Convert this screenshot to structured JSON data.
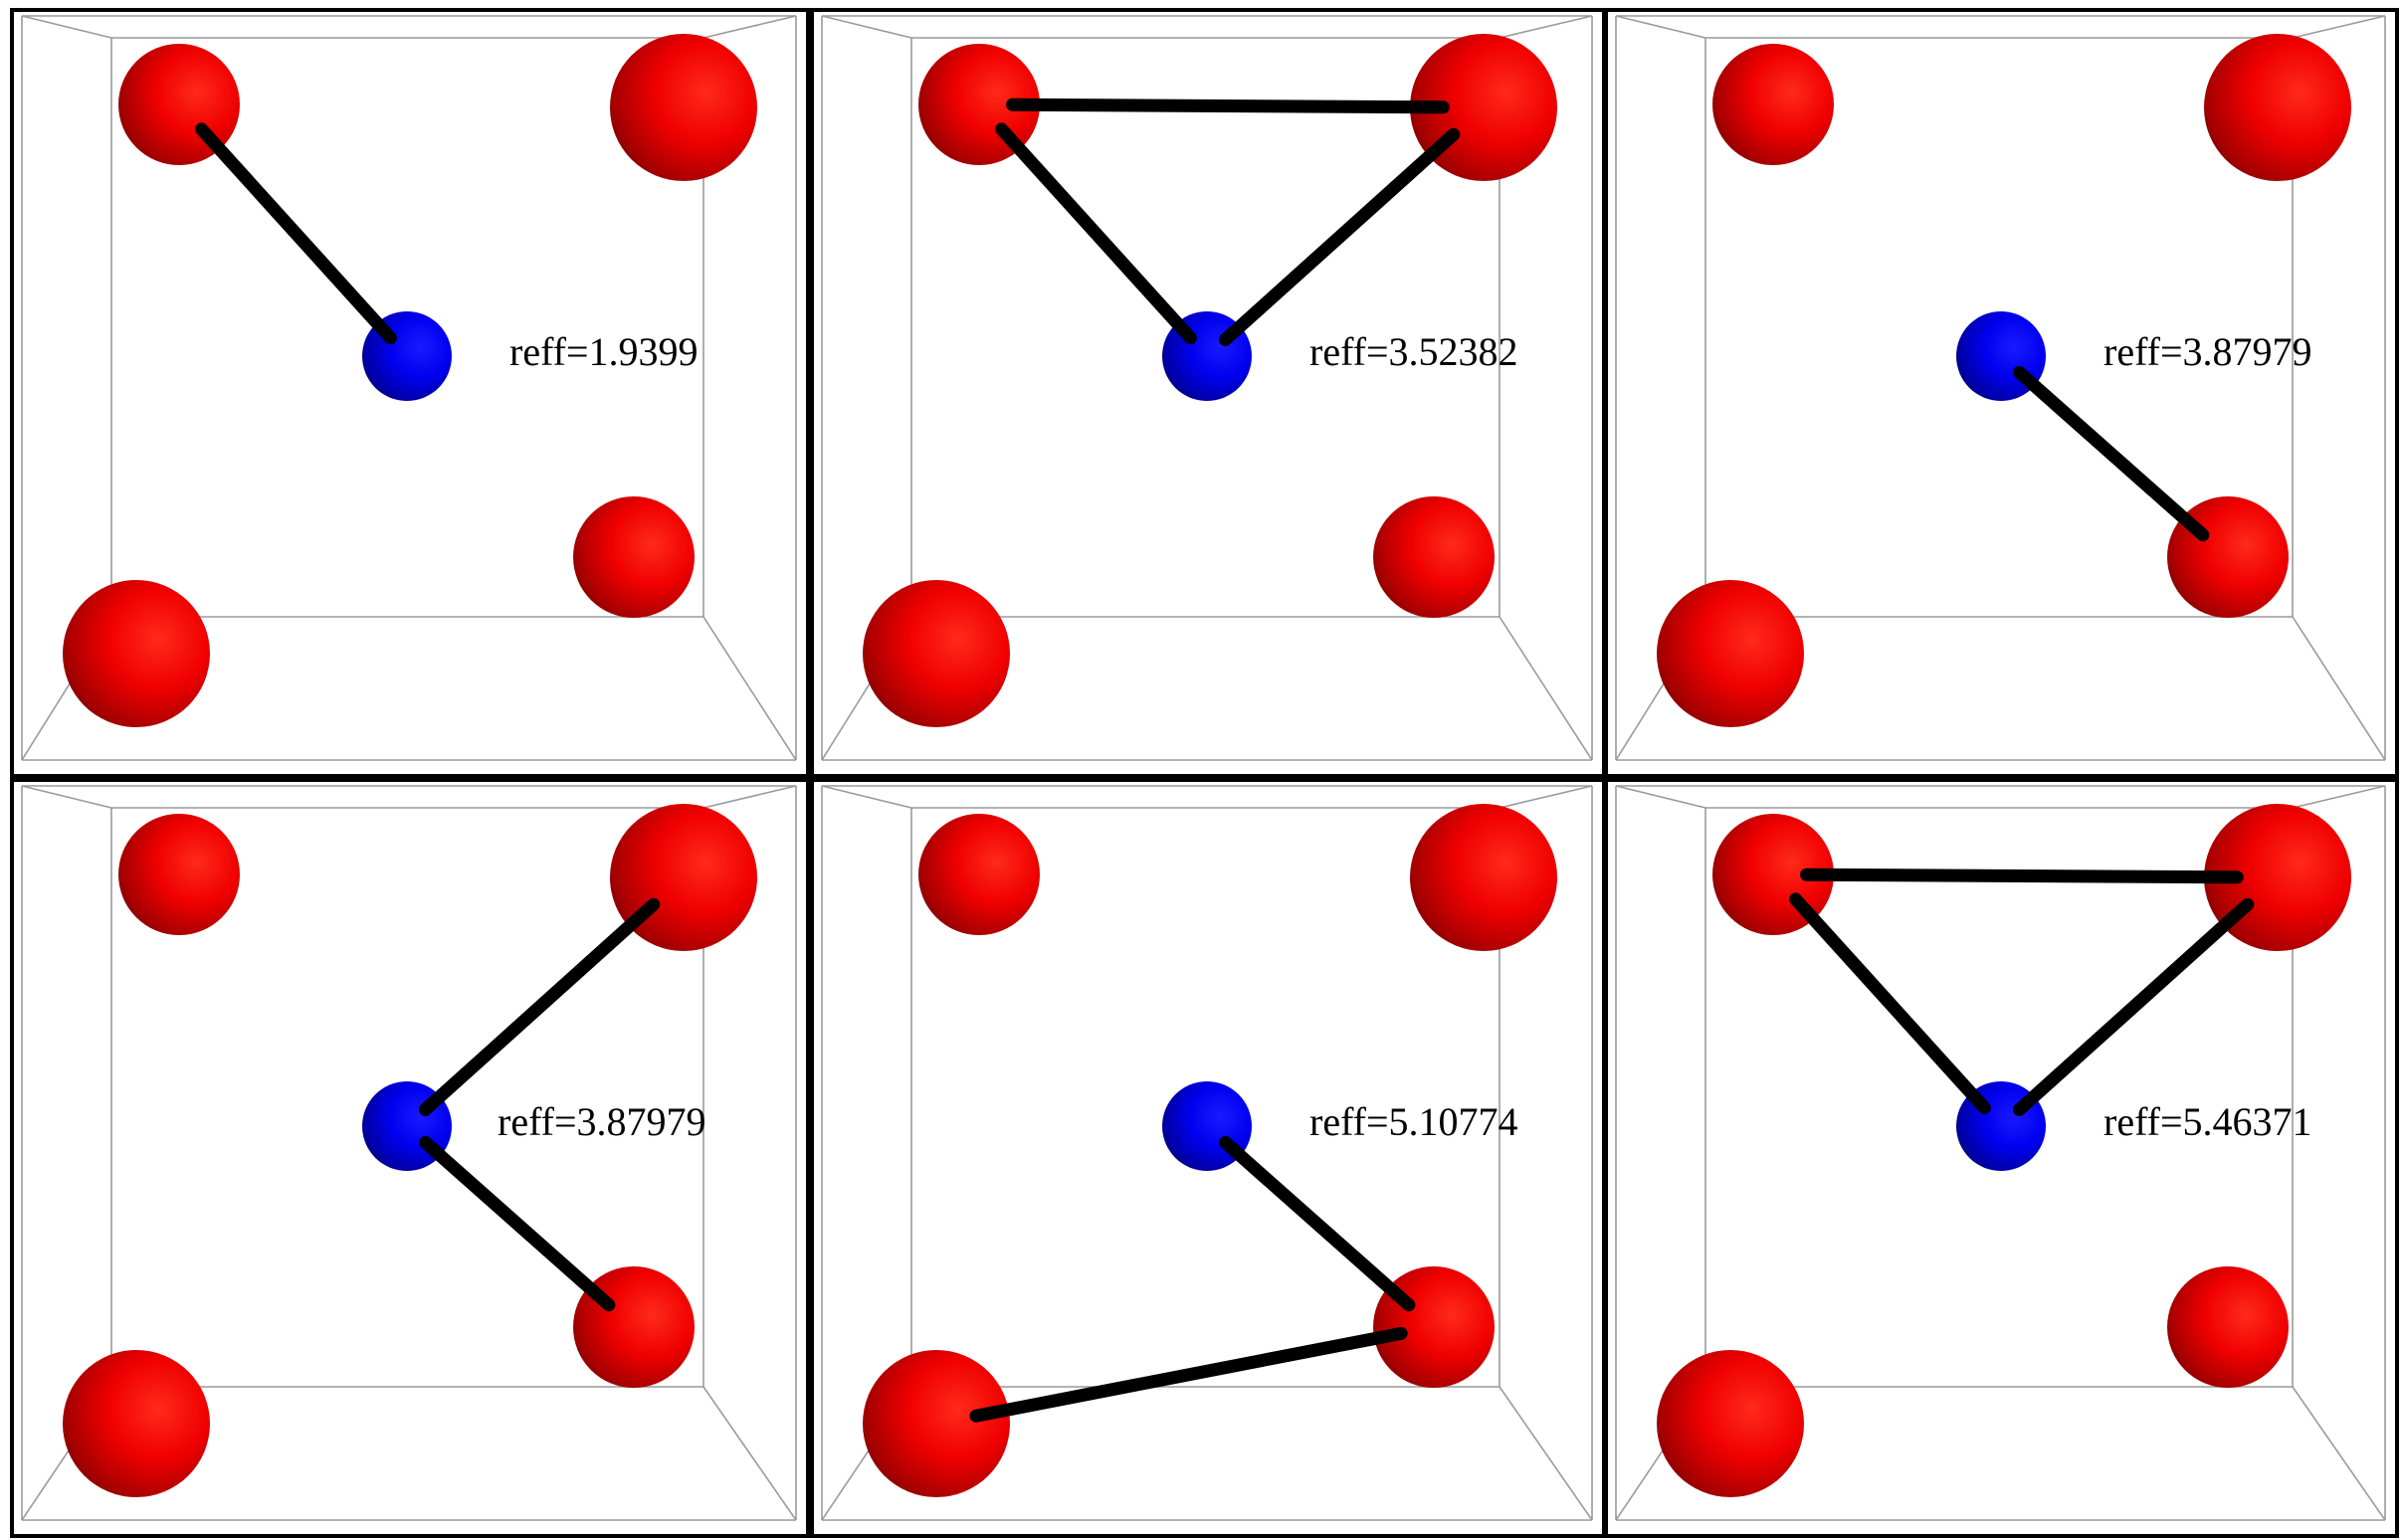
{
  "figure": {
    "panels": [
      {
        "label": "reff=1.9399",
        "bonds": [
          [
            "upper-left",
            "blue"
          ]
        ]
      },
      {
        "label": "reff=3.52382",
        "bonds": [
          [
            "upper-left",
            "upper-right"
          ],
          [
            "upper-left",
            "blue"
          ],
          [
            "upper-right",
            "blue"
          ]
        ]
      },
      {
        "label": "reff=3.87979",
        "bonds": [
          [
            "blue",
            "lower-right"
          ]
        ]
      },
      {
        "label": "reff=3.87979",
        "bonds": [
          [
            "blue",
            "upper-right"
          ],
          [
            "blue",
            "lower-right"
          ]
        ]
      },
      {
        "label": "reff=5.10774",
        "bonds": [
          [
            "blue",
            "lower-right"
          ],
          [
            "lower-right",
            "lower-left"
          ]
        ]
      },
      {
        "label": "reff=5.46371",
        "bonds": [
          [
            "upper-left",
            "upper-right"
          ],
          [
            "upper-left",
            "blue"
          ],
          [
            "upper-right",
            "blue"
          ]
        ]
      }
    ],
    "colors": {
      "atom_red": "#ff0000",
      "atom_blue": "#0000ff",
      "bond": "#000000",
      "box_edge": "#9a9a9a",
      "panel_border": "#000000"
    }
  }
}
